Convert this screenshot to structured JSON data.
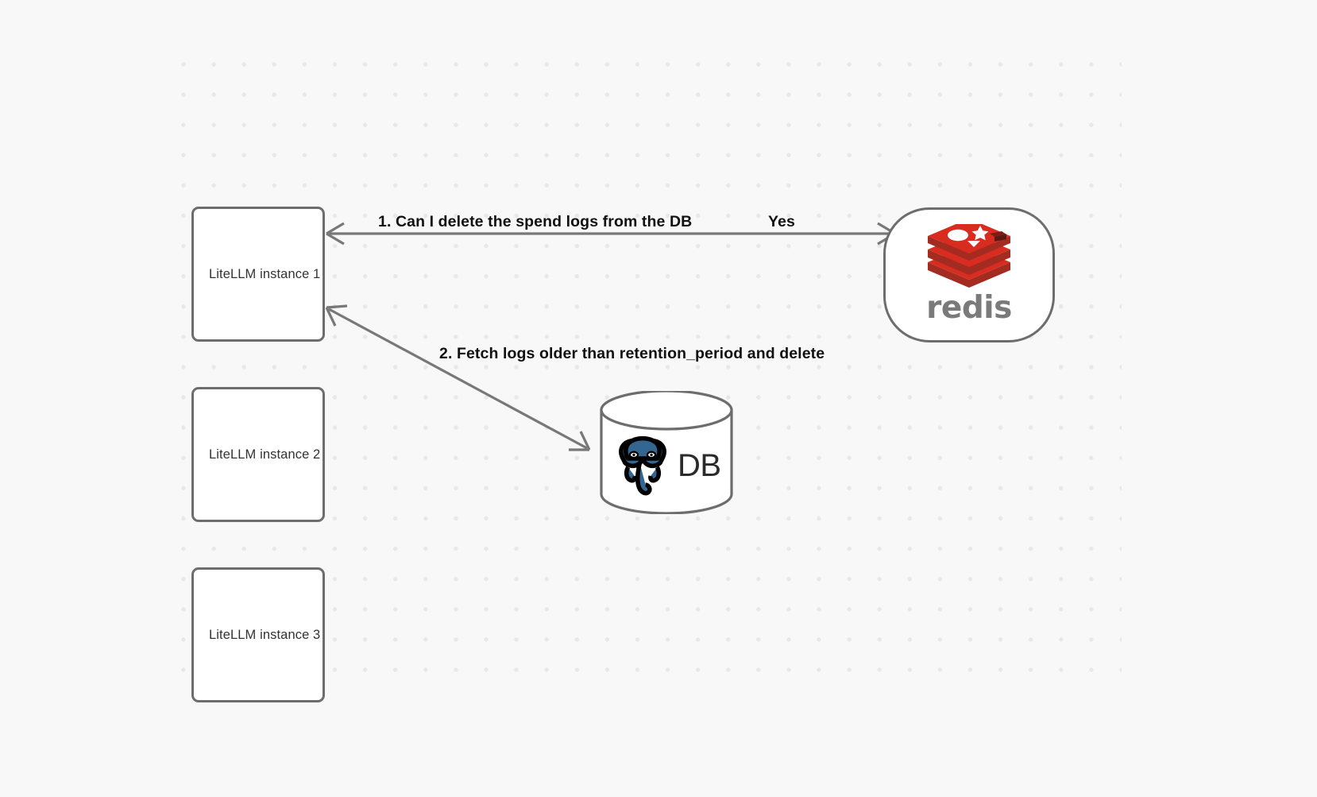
{
  "diagram": {
    "background_color": "#f8f8f8",
    "grid_dot_color": "#e8e8e9",
    "node_border_color": "#6d6d6d",
    "edge_color": "#787878",
    "nodes": {
      "litellm_1": {
        "label": "LiteLLM instance 1"
      },
      "litellm_2": {
        "label": "LiteLLM instance 2"
      },
      "litellm_3": {
        "label": "LiteLLM instance 3"
      },
      "redis": {
        "label": "redis",
        "icon": "redis-logo-icon",
        "brand_color": "#d82c20",
        "word_color": "#7a7a7a"
      },
      "database": {
        "label": "DB",
        "icon": "postgresql-elephant-icon",
        "brand_color": "#336791"
      }
    },
    "edges": [
      {
        "name": "litellm1-redis",
        "label": "1.  Can I delete the spend logs from the DB",
        "reply_label": "Yes",
        "from": "litellm_1",
        "to": "redis",
        "bidirectional": true
      },
      {
        "name": "litellm1-database",
        "label": "2.  Fetch logs older than retention_period and delete",
        "from": "litellm_1",
        "to": "database",
        "bidirectional": true
      }
    ]
  }
}
